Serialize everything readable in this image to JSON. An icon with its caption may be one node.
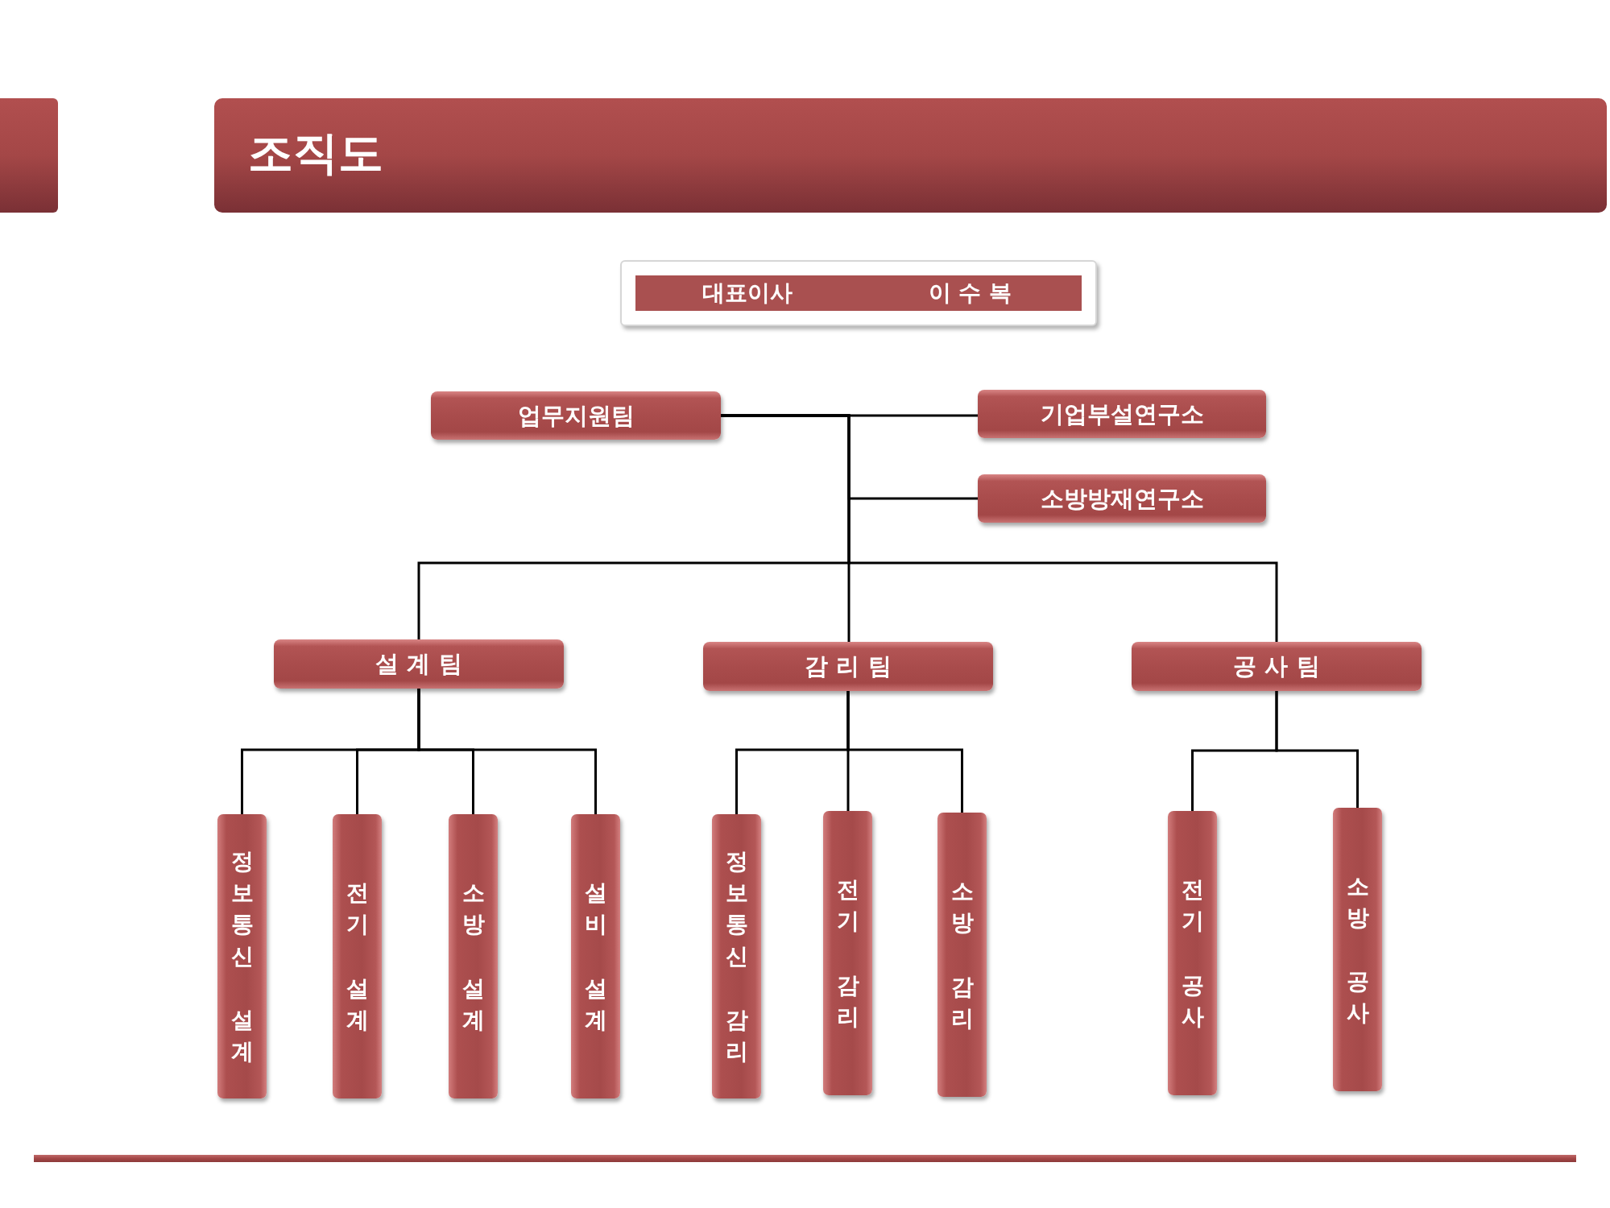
{
  "diagram": {
    "title": "조직도",
    "nodes": [
      {
        "text": [
          "대표이사",
          "이 수 복"
        ]
      },
      {
        "text": [
          "업무지원팀"
        ]
      },
      {
        "text": [
          "기업부설연구소"
        ]
      },
      {
        "text": [
          "소방방재연구소"
        ]
      },
      {
        "text": [
          "설 계 팀"
        ]
      },
      {
        "text": [
          "감 리 팀"
        ]
      },
      {
        "text": [
          "공 사 팀"
        ]
      },
      {
        "text": [
          "정보통신 설계"
        ]
      },
      {
        "text": [
          "전기 설계"
        ]
      },
      {
        "text": [
          "소방 설계"
        ]
      },
      {
        "text": [
          "설비 설계"
        ]
      },
      {
        "text": [
          "정보통신 감리"
        ]
      },
      {
        "text": [
          "전기 감리"
        ]
      },
      {
        "text": [
          "소방 감리"
        ]
      },
      {
        "text": [
          "전기 공사"
        ]
      },
      {
        "text": [
          "소방 공사"
        ]
      }
    ],
    "edges": [
      {
        "from": 1,
        "to": 2,
        "arrow": "none"
      },
      {
        "from": 1,
        "to": 3,
        "arrow": "none"
      },
      {
        "from": 1,
        "to": 4,
        "arrow": "none"
      },
      {
        "from": 1,
        "to": 5,
        "arrow": "none"
      },
      {
        "from": 1,
        "to": 6,
        "arrow": "none"
      },
      {
        "from": 4,
        "to": 7,
        "arrow": "none"
      },
      {
        "from": 4,
        "to": 8,
        "arrow": "none"
      },
      {
        "from": 4,
        "to": 9,
        "arrow": "none"
      },
      {
        "from": 4,
        "to": 10,
        "arrow": "none"
      },
      {
        "from": 5,
        "to": 11,
        "arrow": "none"
      },
      {
        "from": 5,
        "to": 12,
        "arrow": "none"
      },
      {
        "from": 5,
        "to": 13,
        "arrow": "none"
      },
      {
        "from": 6,
        "to": 14,
        "arrow": "none"
      },
      {
        "from": 6,
        "to": 15,
        "arrow": "none"
      }
    ]
  }
}
